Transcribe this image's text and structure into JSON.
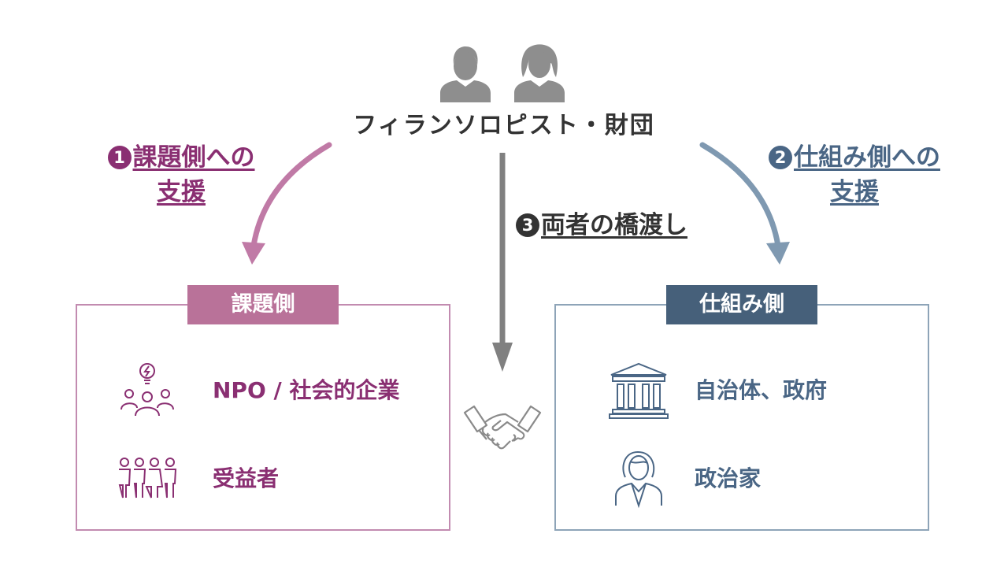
{
  "top": {
    "title": "フィランソロピスト・財団",
    "icons": [
      "man-icon",
      "woman-icon"
    ]
  },
  "arrows": {
    "left": {
      "number": "1",
      "line1": "課題側への",
      "line2": "支援",
      "color": "#c07aa6"
    },
    "right": {
      "number": "2",
      "line1": "仕組み側への",
      "line2": "支援",
      "color": "#7f99b1"
    },
    "center": {
      "number": "3",
      "text": "両者の橋渡し",
      "color": "#808080"
    }
  },
  "left_box": {
    "header": "課題側",
    "header_color": "#b97299",
    "items": [
      {
        "icon": "community-idea-icon",
        "label": "NPO / 社会的企業"
      },
      {
        "icon": "people-group-icon",
        "label": "受益者"
      }
    ]
  },
  "right_box": {
    "header": "仕組み側",
    "header_color": "#46607a",
    "items": [
      {
        "icon": "government-building-icon",
        "label": "自治体、政府"
      },
      {
        "icon": "politician-icon",
        "label": "政治家"
      }
    ]
  },
  "center_icon": "handshake-icon"
}
